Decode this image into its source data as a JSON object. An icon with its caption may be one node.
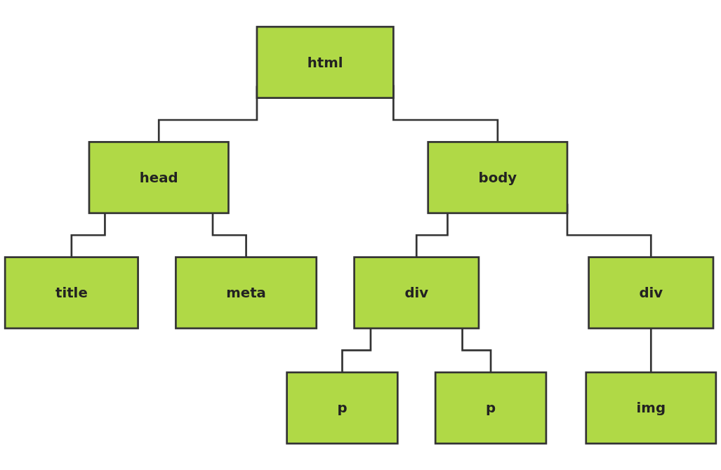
{
  "diagram": {
    "nodes": [
      {
        "text": [
          "html"
        ]
      },
      {
        "text": [
          "head"
        ]
      },
      {
        "text": [
          "body"
        ]
      },
      {
        "text": [
          "title"
        ]
      },
      {
        "text": [
          "meta"
        ]
      },
      {
        "text": [
          "div"
        ]
      },
      {
        "text": [
          "div"
        ]
      },
      {
        "text": [
          "p"
        ]
      },
      {
        "text": [
          "p"
        ]
      },
      {
        "text": [
          "img"
        ]
      }
    ],
    "edges": [
      {
        "from": 0,
        "to": 1,
        "arrow": "none"
      },
      {
        "from": 0,
        "to": 2,
        "arrow": "none"
      },
      {
        "from": 1,
        "to": 3,
        "arrow": "none"
      },
      {
        "from": 1,
        "to": 4,
        "arrow": "none"
      },
      {
        "from": 2,
        "to": 5,
        "arrow": "none"
      },
      {
        "from": 2,
        "to": 6,
        "arrow": "none"
      },
      {
        "from": 5,
        "to": 7,
        "arrow": "none"
      },
      {
        "from": 5,
        "to": 8,
        "arrow": "none"
      },
      {
        "from": 6,
        "to": 9,
        "arrow": "none"
      }
    ]
  }
}
